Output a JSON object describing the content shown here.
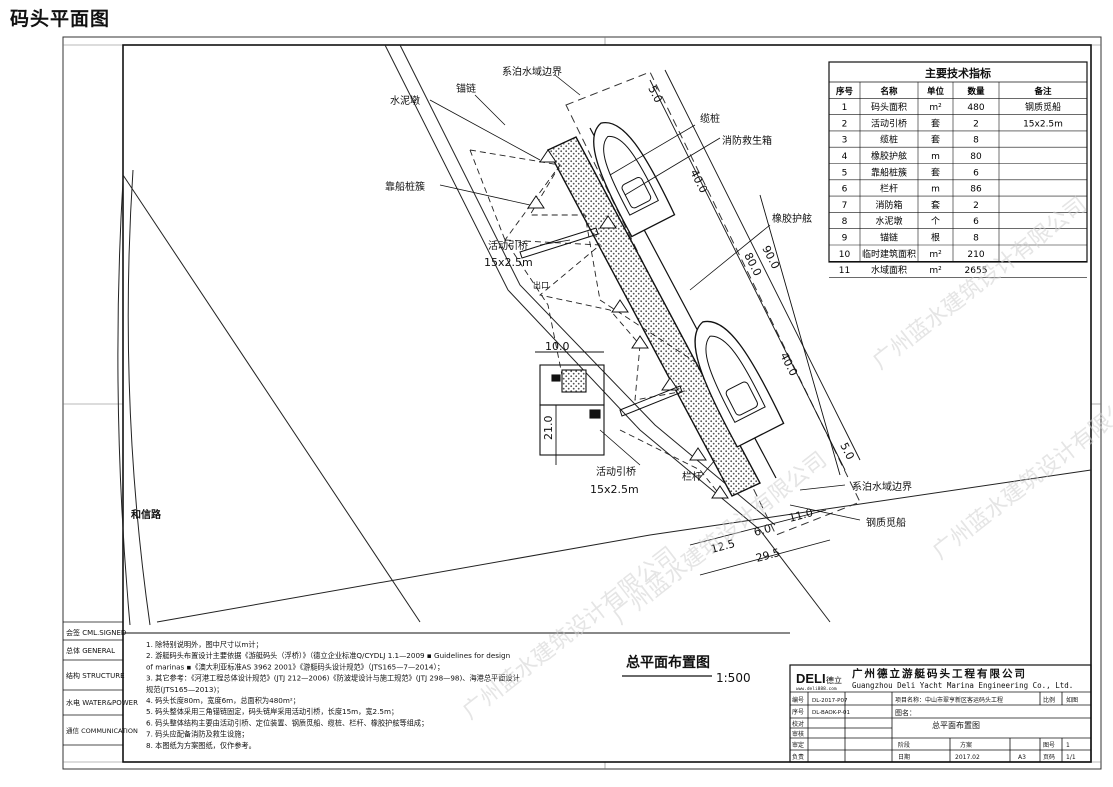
{
  "page_title": "码头平面图",
  "drawing": {
    "title": "总平面布置图",
    "scale": "1:500",
    "road_name": "和信路",
    "labels": {
      "mooring_area_top": "系泊水域边界",
      "mooring_area_bottom": "系泊水域边界",
      "cement_pier": "水泥墩",
      "anchor_chain": "锚链",
      "mooring_pile": "靠船桩簇",
      "bollard": "缆桩",
      "fire_box": "消防救生箱",
      "rubber_fender": "橡胶护舷",
      "gangway_top": "活动引桥",
      "gangway_top_size": "15x2.5m",
      "gangway_bottom": "活动引桥",
      "gangway_bottom_size": "15x2.5m",
      "railing": "栏杆",
      "steel_boat": "钢质觅船",
      "exit": "出口"
    },
    "dimensions": {
      "d_5_0_top": "5.0",
      "d_40_0_top": "40.0",
      "d_80_0": "80.0",
      "d_90_0": "90.0",
      "d_40_0_bottom": "40.0",
      "d_5_0_bottom": "5.0",
      "d_10_0": "10.0",
      "d_21_0": "21.0",
      "d_12_5": "12.5",
      "d_6_0": "6.0",
      "d_11_0": "11.0",
      "d_29_5": "29.5"
    }
  },
  "tech_table": {
    "title": "主要技术指标",
    "headers": [
      "序号",
      "名称",
      "单位",
      "数量",
      "备注"
    ],
    "rows": [
      [
        "1",
        "码头面积",
        "m²",
        "480",
        "钢质觅船"
      ],
      [
        "2",
        "活动引桥",
        "套",
        "2",
        "15x2.5m"
      ],
      [
        "3",
        "缆桩",
        "套",
        "8",
        ""
      ],
      [
        "4",
        "橡胶护舷",
        "m",
        "80",
        ""
      ],
      [
        "5",
        "靠船桩簇",
        "套",
        "6",
        ""
      ],
      [
        "6",
        "栏杆",
        "m",
        "86",
        ""
      ],
      [
        "7",
        "消防箱",
        "套",
        "2",
        ""
      ],
      [
        "8",
        "水泥墩",
        "个",
        "6",
        ""
      ],
      [
        "9",
        "锚链",
        "根",
        "8",
        ""
      ],
      [
        "10",
        "临时建筑面积",
        "m²",
        "210",
        ""
      ],
      [
        "11",
        "水域面积",
        "m²",
        "2655",
        ""
      ]
    ]
  },
  "sidebar_rows": [
    "会签 CML.SIGNED",
    "总体 GENERAL",
    "结构 STRUCTURE",
    "水电 WATER&POWER",
    "通信 COMMUNICATION"
  ],
  "notes": [
    "1. 除特别说明外，图中尺寸以m计；",
    "2. 游艇码头布置设计主要依据《游艇码头（浮桥）》（德立企业标准Q/CYDLJ 1.1—2009 ▪ Guidelines for design",
    "   of marinas ▪《澳大利亚标准AS 3962 2001》《游艇码头设计规范》（JTS165—7—2014）；",
    "3. 其它参考：《河港工程总体设计规范》(JTJ 212—2006)《防波堤设计与施工规范》(JTJ 298—98)、海港总平面设计",
    "   规范(JTS165—2013)；",
    "4. 码头长度80m，宽度6m，总面积为480m²；",
    "5. 码头整体采用三角锚链固定，码头链岸采用活动引桥，长度15m，宽2.5m；",
    "6. 码头整体结构主要由活动引桥、定位装置、钢质觅船、缆桩、栏杆、橡胶护舷等组成；",
    "7. 码头应配备消防及救生设施；",
    "8. 本图纸为方案图纸，仅作参考。"
  ],
  "title_block": {
    "logo": "DELI",
    "logo_sub": "德立",
    "company_cn": "广州德立游艇码头工程有限公司",
    "company_en": "Guangzhou Deli Yacht Marina Engineering Co., Ltd.",
    "website": "www.deli888.com",
    "row_labels": [
      "编号",
      "序号",
      "校对",
      "审核",
      "审定",
      "负责"
    ],
    "drawing_no": "DL-2017-P07",
    "sub_no": "DL-BAOK-P-01",
    "project_label": "项目名称：",
    "project_name": "中山市翠亨新区客运码头工程",
    "phase_label": "比例",
    "phase_value": "如图",
    "figure_label": "图名：",
    "figure_name": "总平面布置图",
    "design_label": "阶段",
    "design_value": "方案",
    "date_label": "日期",
    "date_value": "2017.02",
    "size_value": "A3",
    "sheet_label": "图号",
    "sheet_value": "1",
    "page_label": "页码",
    "page_value": "1/1"
  },
  "watermark": "广州蓝水建筑设计有限公司"
}
